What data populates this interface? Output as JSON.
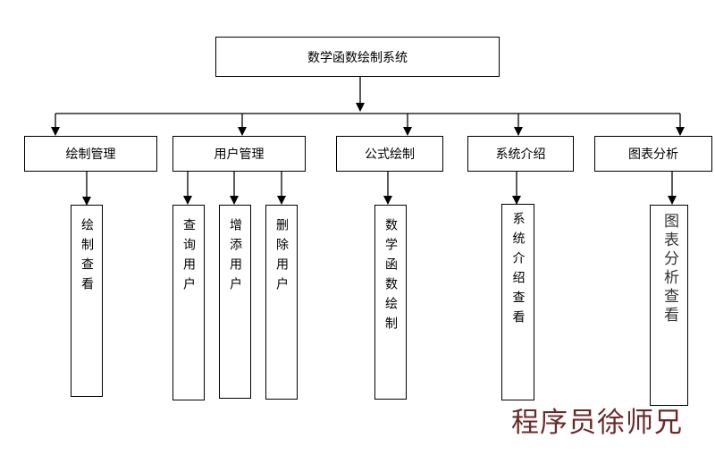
{
  "root": {
    "label": "数学函数绘制系统"
  },
  "modules": [
    {
      "id": "draw",
      "label": "绘制管理",
      "children": [
        "绘制查看"
      ]
    },
    {
      "id": "user",
      "label": "用户管理",
      "children": [
        "查询用户",
        "增添用户",
        "删除用户"
      ]
    },
    {
      "id": "formula",
      "label": "公式绘制",
      "children": [
        "数学函数绘制"
      ]
    },
    {
      "id": "intro",
      "label": "系统介绍",
      "children": [
        "系统介绍查看"
      ]
    },
    {
      "id": "chart",
      "label": "图表分析",
      "children": [
        "图表分析查看"
      ]
    }
  ],
  "watermark": "程序员徐师兄"
}
